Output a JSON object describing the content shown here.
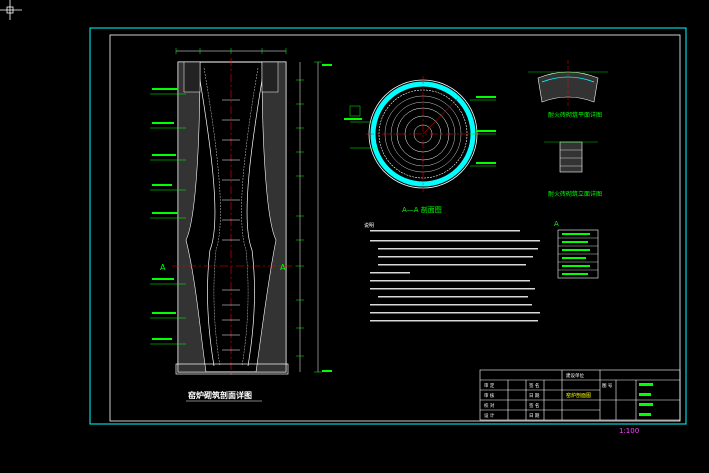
{
  "drawing": {
    "scale_label": "1:100",
    "section_marker": "A",
    "titles": {
      "elevation": "窑炉砌筑剖面详图",
      "section": "A—A 剖面图",
      "plan_detail": "耐火砖砌筑平面详图",
      "elevation_detail": "耐火砖砌筑立面详图"
    },
    "legend_marker": "A",
    "notes_heading": "说明"
  },
  "title_block": {
    "roles": [
      "审 定",
      "审 核",
      "校 对",
      "设 计"
    ],
    "sign_labels": [
      "签 名",
      "日 期",
      "签 名",
      "日 期"
    ],
    "project_label": "建设单位",
    "drawing_label": "窑炉剖面图",
    "sheet_label": "图 号"
  },
  "colors": {
    "frame": "#00ffff",
    "wall": "#ffffff",
    "refractory": "#00ffff",
    "dimension": "#00ff00",
    "centerline": "#ff0000",
    "title_text": "#ffffff"
  }
}
